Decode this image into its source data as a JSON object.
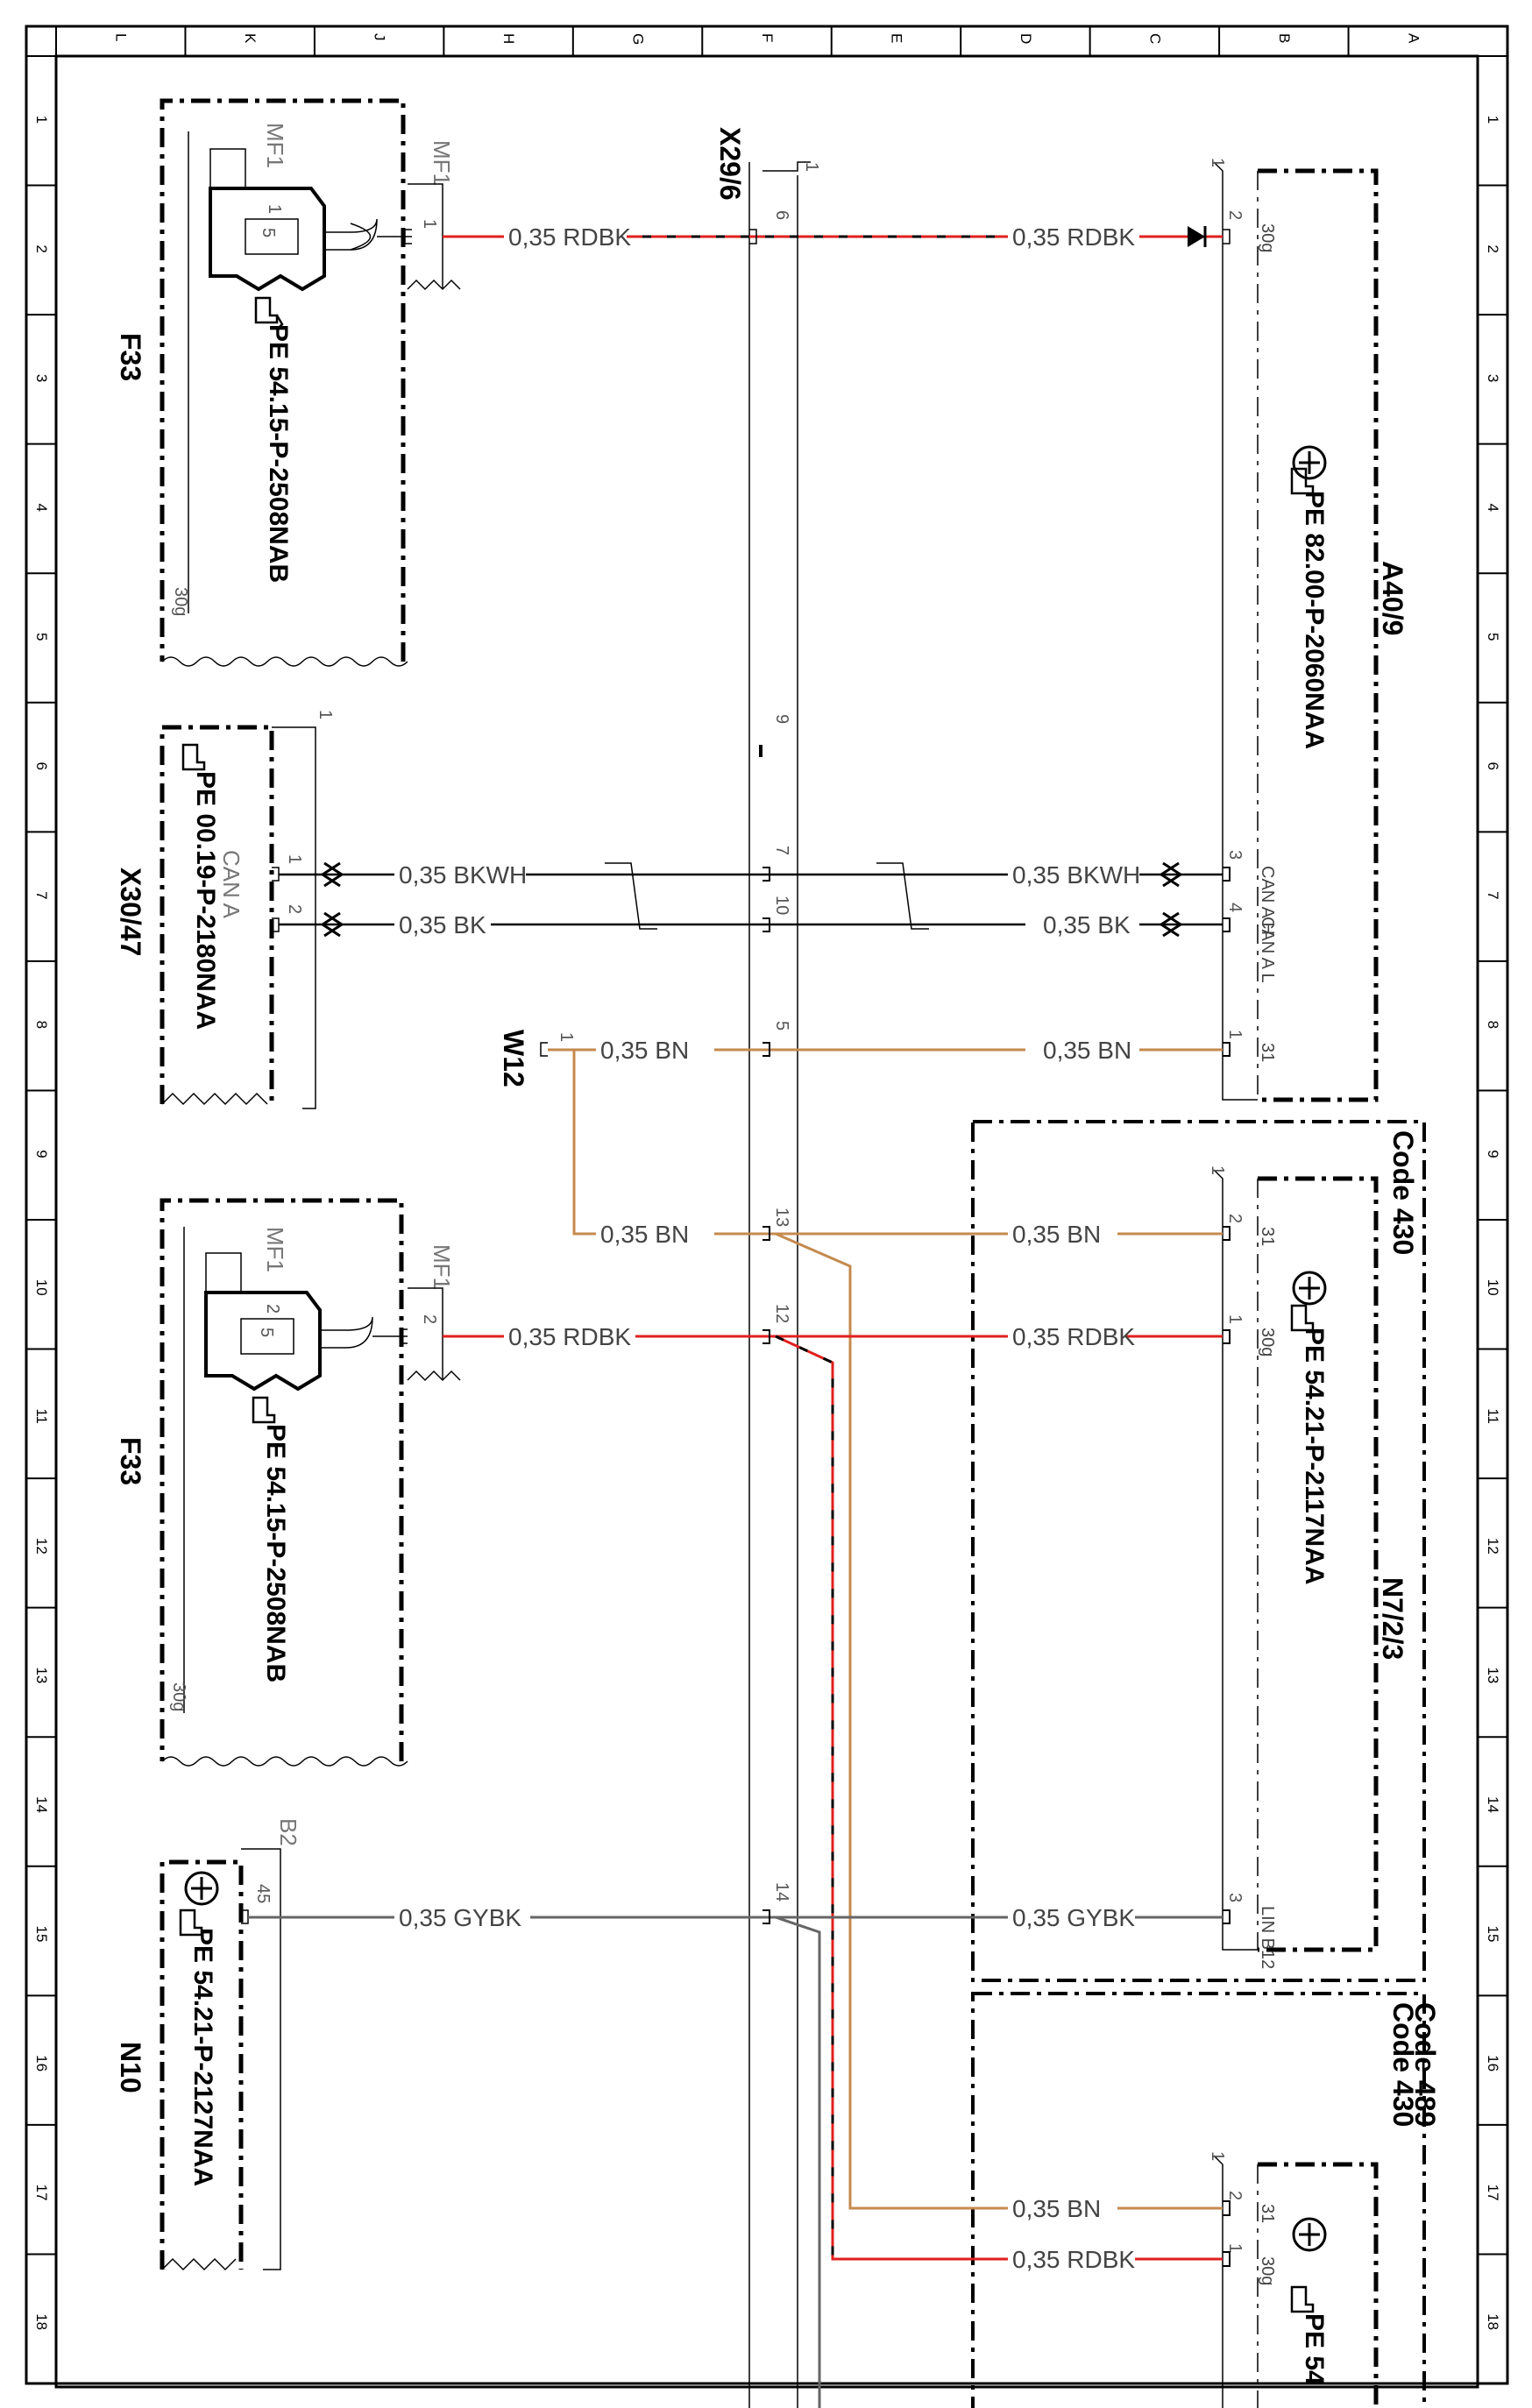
{
  "colors": {
    "red": "#e0201e",
    "brown": "#c48a4e",
    "black": "#000000",
    "gray": "#666666"
  },
  "zone_letters": [
    "L",
    "K",
    "J",
    "H",
    "G",
    "F",
    "E",
    "D",
    "C",
    "B",
    "A"
  ],
  "zone_numbers": [
    "1",
    "2",
    "3",
    "4",
    "5",
    "6",
    "7",
    "8",
    "9",
    "10",
    "11",
    "12",
    "13",
    "14",
    "15",
    "16",
    "17",
    "18"
  ],
  "connector_x29": "X29/6",
  "components": {
    "f33_top": {
      "label": "F33",
      "ref": "PE 54.15-P-2508NAB",
      "mf": "MF1",
      "mf_inner": "MF1",
      "fuse_pin": "1",
      "fuse_no": "5",
      "pin": "1",
      "term": "30g"
    },
    "f33_bottom": {
      "label": "F33",
      "ref": "PE 54.15-P-2508NAB",
      "mf": "MF1",
      "mf_inner": "MF1",
      "fuse_pin": "2",
      "fuse_no": "5",
      "pin": "2",
      "term": "30g"
    },
    "x30": {
      "label": "X30/47",
      "ref": "PE 00.19-P-2180NAA",
      "sub": "CAN A",
      "pin1": "1",
      "pin2": "2",
      "corner": "1"
    },
    "w12": {
      "label": "W12",
      "pin": "1"
    },
    "n10": {
      "label": "N10",
      "ref": "PE 54.21-P-2127NAA",
      "pin": "45",
      "conn": "B2"
    },
    "a40": {
      "label": "A40/9",
      "ref": "PE 82.00-P-2060NAA",
      "t1": "30g",
      "t2": "CAN A H",
      "t3": "CAN A L",
      "t4": "31",
      "p1": "2",
      "p2": "3",
      "p3": "4",
      "p4": "1",
      "corner": "1"
    },
    "n72": {
      "label": "N7/2/3",
      "ref": "PE 54.21-P-2117NAA",
      "code": "Code 430",
      "t1": "31",
      "t2": "30g",
      "t3": "LIN B12",
      "p1": "2",
      "p2": "1",
      "p3": "3",
      "corner": "1"
    },
    "bottom": {
      "code1": "Code 430",
      "code2": "Code 489",
      "ref": "PE 54",
      "t1": "31",
      "t2": "30g",
      "p1": "2",
      "p2": "1",
      "corner": "1"
    }
  },
  "wires": {
    "w1": "0,35 RDBK",
    "w2": "0,35 RDBK",
    "w3": "0,35 BKWH",
    "w4": "0,35 BKWH",
    "w5": "0,35 BK",
    "w6": "0,35 BK",
    "w7": "0,35 BN",
    "w8": "0,35 BN",
    "w9": "0,35 BN",
    "w10": "0,35 BN",
    "w11": "0,35 RDBK",
    "w12": "0,35 RDBK",
    "w13": "0,35 GYBK",
    "w14": "0,35 GYBK",
    "w15": "0,35 BN",
    "w16": "0,35 RDBK"
  },
  "x29_pins": [
    "1",
    "6",
    "9",
    "7",
    "10",
    "5",
    "13",
    "12",
    "14"
  ]
}
